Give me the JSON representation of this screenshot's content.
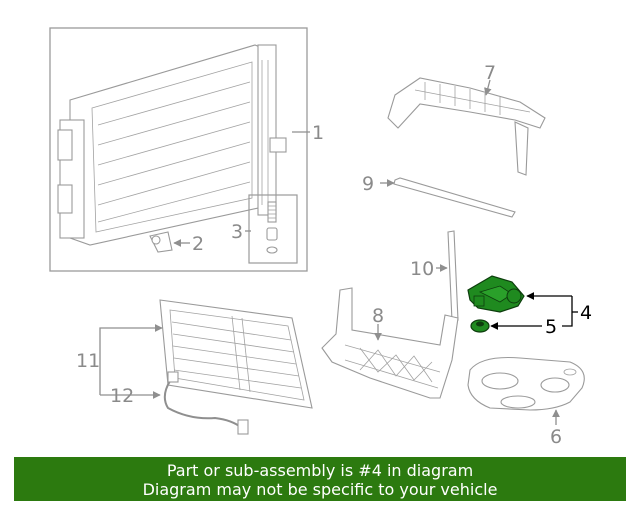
{
  "callouts": {
    "c1": "1",
    "c2": "2",
    "c3": "3",
    "c4": "4",
    "c5": "5",
    "c6": "6",
    "c7": "7",
    "c8": "8",
    "c9": "9",
    "c10": "10",
    "c11": "11",
    "c12": "12"
  },
  "highlight_color": "#1f8a1f",
  "banner": {
    "line1": "Part or sub-assembly is #4 in diagram",
    "line2": "Diagram may not be specific to your vehicle",
    "background": "#2c7a0f"
  }
}
